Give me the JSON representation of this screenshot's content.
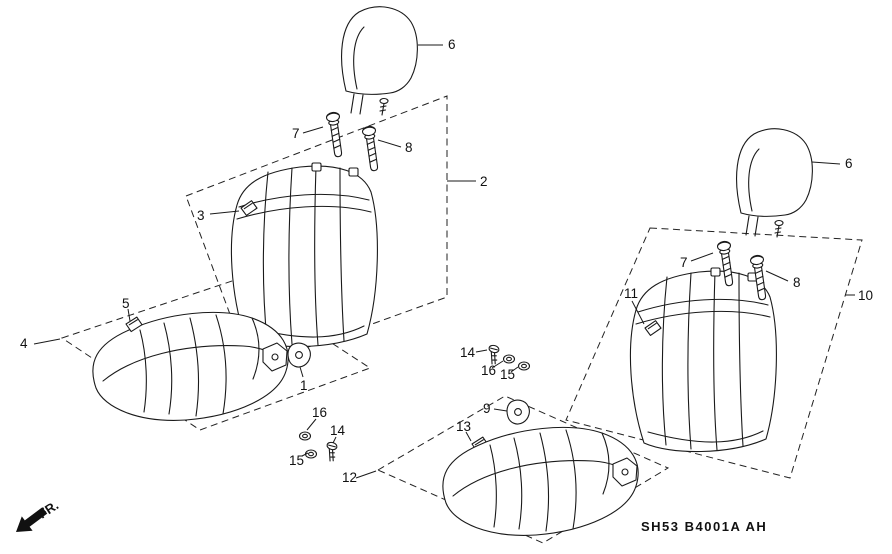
{
  "diagram": {
    "code": "SH53 B4001A AH",
    "front_label": "FR."
  },
  "callouts": {
    "left_headrest": "6",
    "left_bolt_7": "7",
    "left_bolt_8": "8",
    "left_seat_back_assembly": "2",
    "left_back_clip": "3",
    "left_cushion_assembly": "4",
    "left_cushion_clip": "5",
    "left_cover": "1",
    "left_washer_16": "16",
    "left_screw_14": "14",
    "left_washer_15": "15",
    "right_cushion_assembly": "12",
    "mid_screw_14": "14",
    "mid_washer_16": "16",
    "mid_washer_15": "15",
    "right_cover": "9",
    "right_cushion_clip": "13",
    "right_headrest": "6",
    "right_bolt_7": "7",
    "right_bolt_8": "8",
    "right_seat_back_assembly": "10",
    "right_back_clip": "11"
  }
}
